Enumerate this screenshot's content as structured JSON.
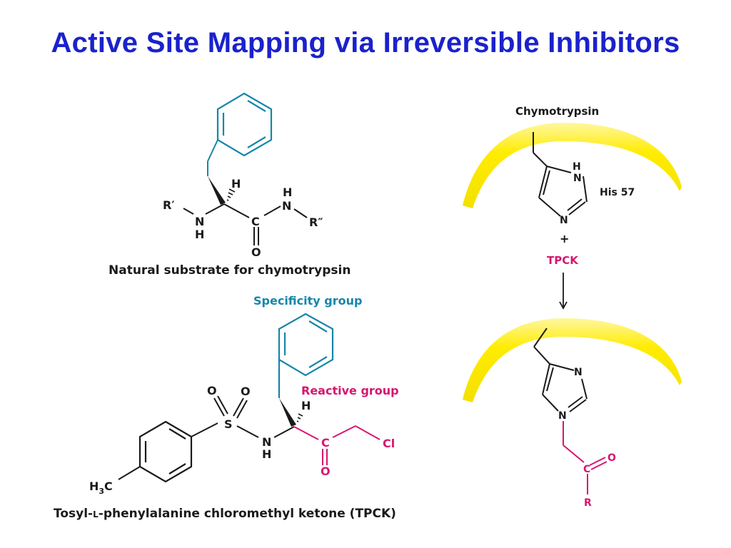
{
  "title": "Active Site Mapping via Irreversible Inhibitors",
  "substrate": {
    "caption": "Natural substrate for chymotrypsin",
    "atoms": {
      "r_prime": "R′",
      "n_left": "N",
      "h_left": "H",
      "h_alpha": "H",
      "c_carbonyl": "C",
      "o_carbonyl": "O",
      "h_right": "H",
      "n_right": "N",
      "r_double_prime": "R″"
    }
  },
  "tpck": {
    "specificity_label": "Specificity group",
    "reactive_label": "Reactive group",
    "caption_prefix": "Tosyl-",
    "caption_smallcap": "L",
    "caption_suffix": "-phenylalanine chloromethyl ketone (TPCK)",
    "atoms": {
      "o_left": "O",
      "o_right": "O",
      "s": "S",
      "n": "N",
      "h_n": "H",
      "h_alpha": "H",
      "c": "C",
      "o": "O",
      "cl": "Cl",
      "methyl_h": "H",
      "methyl_sub": "3",
      "methyl_c": "C"
    }
  },
  "mechanism": {
    "enzyme_label": "Chymotrypsin",
    "residue_label": "His 57",
    "plus": "+",
    "reagent_label": "TPCK",
    "atoms_top": {
      "h": "H",
      "n_top": "N",
      "n_bottom": "N"
    },
    "atoms_bottom": {
      "n_top": "N",
      "n_bottom": "N",
      "c": "C",
      "o": "O",
      "r": "R"
    }
  },
  "colors": {
    "title": "#1a22cc",
    "specificity": "#1686a8",
    "reactive": "#d6166f",
    "enzyme_surface": "#ffec00"
  }
}
